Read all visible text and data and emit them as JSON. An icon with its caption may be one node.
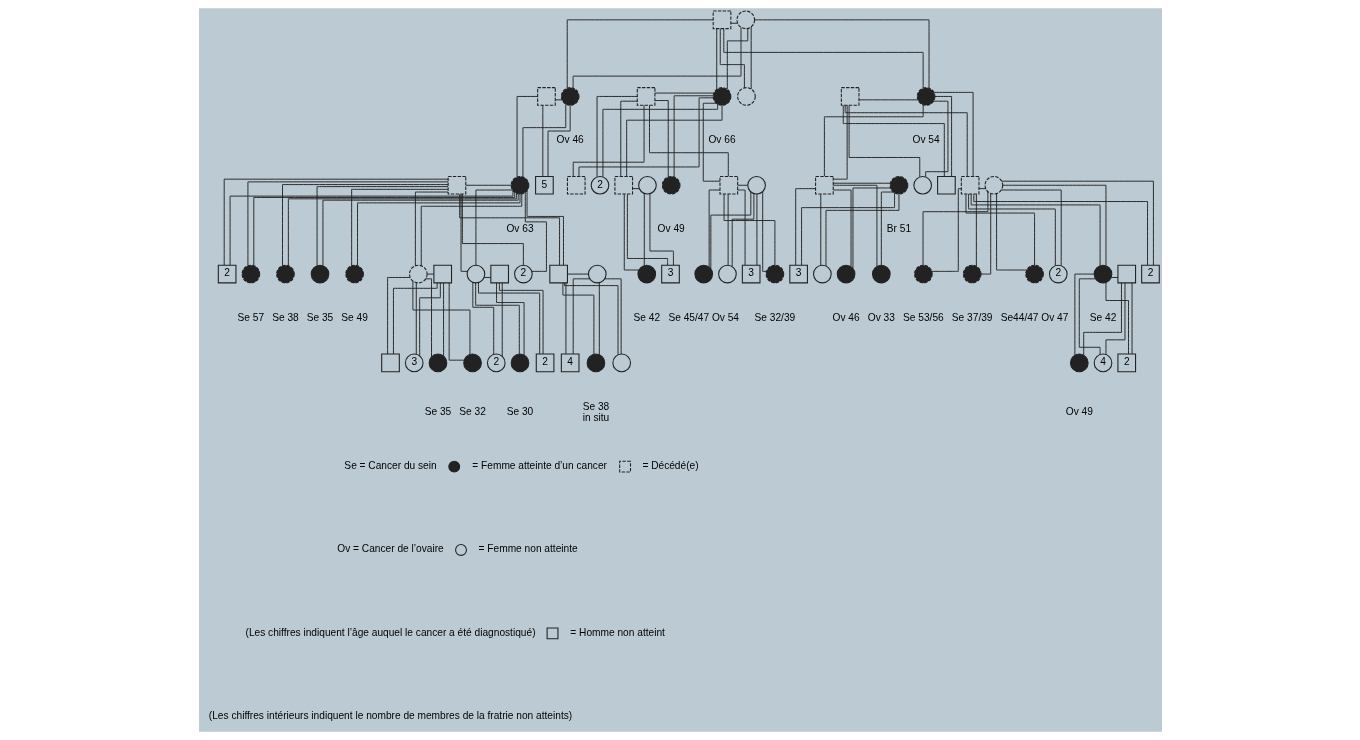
{
  "diagram": {
    "nodes": [
      {
        "text": [],
        "shape": "box"
      },
      {
        "text": [],
        "shape": "circle"
      },
      {
        "text": [],
        "shape": "box"
      },
      {
        "text": [],
        "shape": "circle",
        "beside": [
          "Ov 46"
        ]
      },
      {
        "text": [],
        "shape": "box"
      },
      {
        "text": [],
        "shape": "circle",
        "beside": [
          "Ov 66"
        ]
      },
      {
        "text": [],
        "shape": "circle"
      },
      {
        "text": [],
        "shape": "box"
      },
      {
        "text": [],
        "shape": "circle",
        "beside": [
          "Ov 54"
        ]
      },
      {
        "text": [],
        "shape": "box"
      },
      {
        "text": [],
        "shape": "circle",
        "beside": [
          "Ov 63"
        ]
      },
      {
        "text": [
          "5"
        ]
      },
      {
        "text": [],
        "shape": "box"
      },
      {
        "text": [
          "2"
        ]
      },
      {
        "text": [],
        "shape": "box"
      },
      {
        "text": [],
        "shape": "circle"
      },
      {
        "text": [],
        "shape": "circle",
        "beside": [
          "Ov 49"
        ]
      },
      {
        "text": [],
        "shape": "box"
      },
      {
        "text": [],
        "shape": "circle"
      },
      {
        "text": [],
        "shape": "box"
      },
      {
        "text": [],
        "shape": "circle",
        "beside": [
          "Br 51"
        ]
      },
      {
        "text": [],
        "shape": "circle"
      },
      {
        "text": [],
        "shape": "box"
      },
      {
        "text": [],
        "shape": "box"
      },
      {
        "text": [],
        "shape": "circle"
      },
      {
        "text": [
          "2"
        ]
      },
      {
        "text": [],
        "shape": "circle",
        "beside": [
          "Se 57"
        ]
      },
      {
        "text": [],
        "shape": "circle",
        "beside": [
          "Se 38"
        ]
      },
      {
        "text": [],
        "shape": "circle",
        "beside": [
          "Se 35"
        ]
      },
      {
        "text": [],
        "shape": "circle",
        "beside": [
          "Se 49"
        ]
      },
      {
        "text": [],
        "shape": "circle"
      },
      {
        "text": [],
        "shape": "box"
      },
      {
        "text": [],
        "shape": "circle"
      },
      {
        "text": [],
        "shape": "box"
      },
      {
        "text": [
          "2"
        ]
      },
      {
        "text": [],
        "shape": "box"
      },
      {
        "text": [],
        "shape": "circle"
      },
      {
        "text": [],
        "shape": "circle",
        "beside": [
          "Se 42"
        ]
      },
      {
        "text": [
          "3"
        ]
      },
      {
        "text": [],
        "shape": "circle",
        "beside": [
          "Se 45/47 Ov 54"
        ]
      },
      {
        "text": [],
        "shape": "circle"
      },
      {
        "text": [
          "3"
        ]
      },
      {
        "text": [],
        "shape": "circle",
        "beside": [
          "Se 32/39"
        ]
      },
      {
        "text": [
          "3"
        ]
      },
      {
        "text": [],
        "shape": "circle"
      },
      {
        "text": [],
        "shape": "circle",
        "beside": [
          "Ov 46"
        ]
      },
      {
        "text": [],
        "shape": "circle",
        "beside": [
          "Ov 33"
        ]
      },
      {
        "text": [],
        "shape": "circle",
        "beside": [
          "Se 53/56"
        ]
      },
      {
        "text": [],
        "shape": "circle",
        "beside": [
          "Se 37/39"
        ]
      },
      {
        "text": [],
        "shape": "circle",
        "beside": [
          "Se44/47 Ov 47"
        ]
      },
      {
        "text": [
          "2"
        ]
      },
      {
        "text": [],
        "shape": "circle",
        "beside": [
          "Se 42"
        ]
      },
      {
        "text": [],
        "shape": "box"
      },
      {
        "text": [
          "2"
        ]
      },
      {
        "text": [],
        "shape": "box"
      },
      {
        "text": [
          "3"
        ]
      },
      {
        "text": [],
        "shape": "circle",
        "beside": [
          "Se 35"
        ]
      },
      {
        "text": [],
        "shape": "circle",
        "beside": [
          "Se 32"
        ]
      },
      {
        "text": [
          "2"
        ]
      },
      {
        "text": [],
        "shape": "circle",
        "beside": [
          "Se 30"
        ]
      },
      {
        "text": [
          "2"
        ]
      },
      {
        "text": [
          "4"
        ]
      },
      {
        "text": [],
        "shape": "circle",
        "beside": [
          "Se 38",
          "in situ"
        ]
      },
      {
        "text": [],
        "shape": "circle"
      },
      {
        "text": [],
        "shape": "circle",
        "beside": [
          "Ov 49"
        ]
      },
      {
        "text": [
          "4"
        ]
      },
      {
        "text": [
          "2"
        ]
      }
    ],
    "edges": [
      {
        "from": 0,
        "to": 1,
        "arrow": "none"
      },
      {
        "from": 0,
        "to": 3,
        "arrow": "none"
      },
      {
        "from": 1,
        "to": 3,
        "arrow": "none"
      },
      {
        "from": 0,
        "to": 5,
        "arrow": "none"
      },
      {
        "from": 1,
        "to": 5,
        "arrow": "none"
      },
      {
        "from": 0,
        "to": 6,
        "arrow": "none"
      },
      {
        "from": 1,
        "to": 6,
        "arrow": "none"
      },
      {
        "from": 0,
        "to": 8,
        "arrow": "none"
      },
      {
        "from": 1,
        "to": 8,
        "arrow": "none"
      },
      {
        "from": 2,
        "to": 3,
        "arrow": "none"
      },
      {
        "from": 4,
        "to": 5,
        "arrow": "none"
      },
      {
        "from": 7,
        "to": 8,
        "arrow": "none"
      },
      {
        "from": 2,
        "to": 10,
        "arrow": "none"
      },
      {
        "from": 3,
        "to": 10,
        "arrow": "none"
      },
      {
        "from": 2,
        "to": 11,
        "arrow": "none"
      },
      {
        "from": 3,
        "to": 11,
        "arrow": "none"
      },
      {
        "from": 4,
        "to": 12,
        "arrow": "none"
      },
      {
        "from": 5,
        "to": 12,
        "arrow": "none"
      },
      {
        "from": 4,
        "to": 13,
        "arrow": "none"
      },
      {
        "from": 5,
        "to": 13,
        "arrow": "none"
      },
      {
        "from": 4,
        "to": 14,
        "arrow": "none"
      },
      {
        "from": 5,
        "to": 14,
        "arrow": "none"
      },
      {
        "from": 4,
        "to": 16,
        "arrow": "none"
      },
      {
        "from": 5,
        "to": 16,
        "arrow": "none"
      },
      {
        "from": 4,
        "to": 17,
        "arrow": "none"
      },
      {
        "from": 5,
        "to": 17,
        "arrow": "none"
      },
      {
        "from": 7,
        "to": 19,
        "arrow": "none"
      },
      {
        "from": 8,
        "to": 19,
        "arrow": "none"
      },
      {
        "from": 7,
        "to": 21,
        "arrow": "none"
      },
      {
        "from": 8,
        "to": 21,
        "arrow": "none"
      },
      {
        "from": 7,
        "to": 22,
        "arrow": "none"
      },
      {
        "from": 8,
        "to": 22,
        "arrow": "none"
      },
      {
        "from": 7,
        "to": 23,
        "arrow": "none"
      },
      {
        "from": 8,
        "to": 23,
        "arrow": "none"
      },
      {
        "from": 9,
        "to": 10,
        "arrow": "none"
      },
      {
        "from": 14,
        "to": 15,
        "arrow": "none"
      },
      {
        "from": 17,
        "to": 18,
        "arrow": "none"
      },
      {
        "from": 19,
        "to": 20,
        "arrow": "none"
      },
      {
        "from": 23,
        "to": 24,
        "arrow": "none"
      },
      {
        "from": 9,
        "to": 25,
        "arrow": "none"
      },
      {
        "from": 10,
        "to": 25,
        "arrow": "none"
      },
      {
        "from": 9,
        "to": 26,
        "arrow": "none"
      },
      {
        "from": 10,
        "to": 26,
        "arrow": "none"
      },
      {
        "from": 9,
        "to": 27,
        "arrow": "none"
      },
      {
        "from": 10,
        "to": 27,
        "arrow": "none"
      },
      {
        "from": 9,
        "to": 28,
        "arrow": "none"
      },
      {
        "from": 10,
        "to": 28,
        "arrow": "none"
      },
      {
        "from": 9,
        "to": 29,
        "arrow": "none"
      },
      {
        "from": 10,
        "to": 29,
        "arrow": "none"
      },
      {
        "from": 9,
        "to": 30,
        "arrow": "none"
      },
      {
        "from": 10,
        "to": 30,
        "arrow": "none"
      },
      {
        "from": 9,
        "to": 32,
        "arrow": "none"
      },
      {
        "from": 10,
        "to": 32,
        "arrow": "none"
      },
      {
        "from": 9,
        "to": 34,
        "arrow": "none"
      },
      {
        "from": 10,
        "to": 34,
        "arrow": "none"
      },
      {
        "from": 9,
        "to": 35,
        "arrow": "none"
      },
      {
        "from": 10,
        "to": 35,
        "arrow": "none"
      },
      {
        "from": 14,
        "to": 37,
        "arrow": "none"
      },
      {
        "from": 15,
        "to": 37,
        "arrow": "none"
      },
      {
        "from": 14,
        "to": 38,
        "arrow": "none"
      },
      {
        "from": 15,
        "to": 38,
        "arrow": "none"
      },
      {
        "from": 17,
        "to": 39,
        "arrow": "none"
      },
      {
        "from": 18,
        "to": 39,
        "arrow": "none"
      },
      {
        "from": 17,
        "to": 40,
        "arrow": "none"
      },
      {
        "from": 18,
        "to": 40,
        "arrow": "none"
      },
      {
        "from": 17,
        "to": 41,
        "arrow": "none"
      },
      {
        "from": 18,
        "to": 41,
        "arrow": "none"
      },
      {
        "from": 17,
        "to": 42,
        "arrow": "none"
      },
      {
        "from": 18,
        "to": 42,
        "arrow": "none"
      },
      {
        "from": 19,
        "to": 43,
        "arrow": "none"
      },
      {
        "from": 20,
        "to": 43,
        "arrow": "none"
      },
      {
        "from": 19,
        "to": 44,
        "arrow": "none"
      },
      {
        "from": 20,
        "to": 44,
        "arrow": "none"
      },
      {
        "from": 19,
        "to": 45,
        "arrow": "none"
      },
      {
        "from": 20,
        "to": 45,
        "arrow": "none"
      },
      {
        "from": 19,
        "to": 46,
        "arrow": "none"
      },
      {
        "from": 20,
        "to": 46,
        "arrow": "none"
      },
      {
        "from": 23,
        "to": 47,
        "arrow": "none"
      },
      {
        "from": 24,
        "to": 47,
        "arrow": "none"
      },
      {
        "from": 23,
        "to": 48,
        "arrow": "none"
      },
      {
        "from": 24,
        "to": 48,
        "arrow": "none"
      },
      {
        "from": 23,
        "to": 49,
        "arrow": "none"
      },
      {
        "from": 24,
        "to": 49,
        "arrow": "none"
      },
      {
        "from": 23,
        "to": 50,
        "arrow": "none"
      },
      {
        "from": 24,
        "to": 50,
        "arrow": "none"
      },
      {
        "from": 23,
        "to": 51,
        "arrow": "none"
      },
      {
        "from": 24,
        "to": 51,
        "arrow": "none"
      },
      {
        "from": 23,
        "to": 53,
        "arrow": "none"
      },
      {
        "from": 24,
        "to": 53,
        "arrow": "none"
      },
      {
        "from": 30,
        "to": 31,
        "arrow": "none"
      },
      {
        "from": 32,
        "to": 33,
        "arrow": "none"
      },
      {
        "from": 35,
        "to": 36,
        "arrow": "none"
      },
      {
        "from": 51,
        "to": 52,
        "arrow": "none"
      },
      {
        "from": 30,
        "to": 54,
        "arrow": "none"
      },
      {
        "from": 31,
        "to": 54,
        "arrow": "none"
      },
      {
        "from": 30,
        "to": 55,
        "arrow": "none"
      },
      {
        "from": 31,
        "to": 55,
        "arrow": "none"
      },
      {
        "from": 30,
        "to": 56,
        "arrow": "none"
      },
      {
        "from": 31,
        "to": 56,
        "arrow": "none"
      },
      {
        "from": 30,
        "to": 57,
        "arrow": "none"
      },
      {
        "from": 31,
        "to": 57,
        "arrow": "none"
      },
      {
        "from": 32,
        "to": 58,
        "arrow": "none"
      },
      {
        "from": 33,
        "to": 58,
        "arrow": "none"
      },
      {
        "from": 32,
        "to": 59,
        "arrow": "none"
      },
      {
        "from": 33,
        "to": 59,
        "arrow": "none"
      },
      {
        "from": 32,
        "to": 60,
        "arrow": "none"
      },
      {
        "from": 33,
        "to": 60,
        "arrow": "none"
      },
      {
        "from": 35,
        "to": 61,
        "arrow": "none"
      },
      {
        "from": 36,
        "to": 61,
        "arrow": "none"
      },
      {
        "from": 35,
        "to": 62,
        "arrow": "none"
      },
      {
        "from": 36,
        "to": 62,
        "arrow": "none"
      },
      {
        "from": 35,
        "to": 63,
        "arrow": "none"
      },
      {
        "from": 36,
        "to": 63,
        "arrow": "none"
      },
      {
        "from": 51,
        "to": 64,
        "arrow": "none"
      },
      {
        "from": 52,
        "to": 64,
        "arrow": "none"
      },
      {
        "from": 51,
        "to": 65,
        "arrow": "none"
      },
      {
        "from": 52,
        "to": 65,
        "arrow": "none"
      },
      {
        "from": 51,
        "to": 66,
        "arrow": "none"
      },
      {
        "from": 52,
        "to": 66,
        "arrow": "none"
      }
    ],
    "labels": [
      "Se = Cancer du sein",
      "Ov = Cancer de l’ovaire",
      "(Les chiffres indiquent l’âge auquel le cancer a été diagnostiqué)",
      "(Les chiffres intérieurs indiquent le nombre de membres de la fratrie non atteints)"
    ],
    "legend": [
      {
        "text": "= Femme atteinte d’un cancer"
      },
      {
        "text": "= Femme non atteinte"
      },
      {
        "text": "= Homme non atteint"
      },
      {
        "text": "= Décédé(e)"
      }
    ]
  }
}
